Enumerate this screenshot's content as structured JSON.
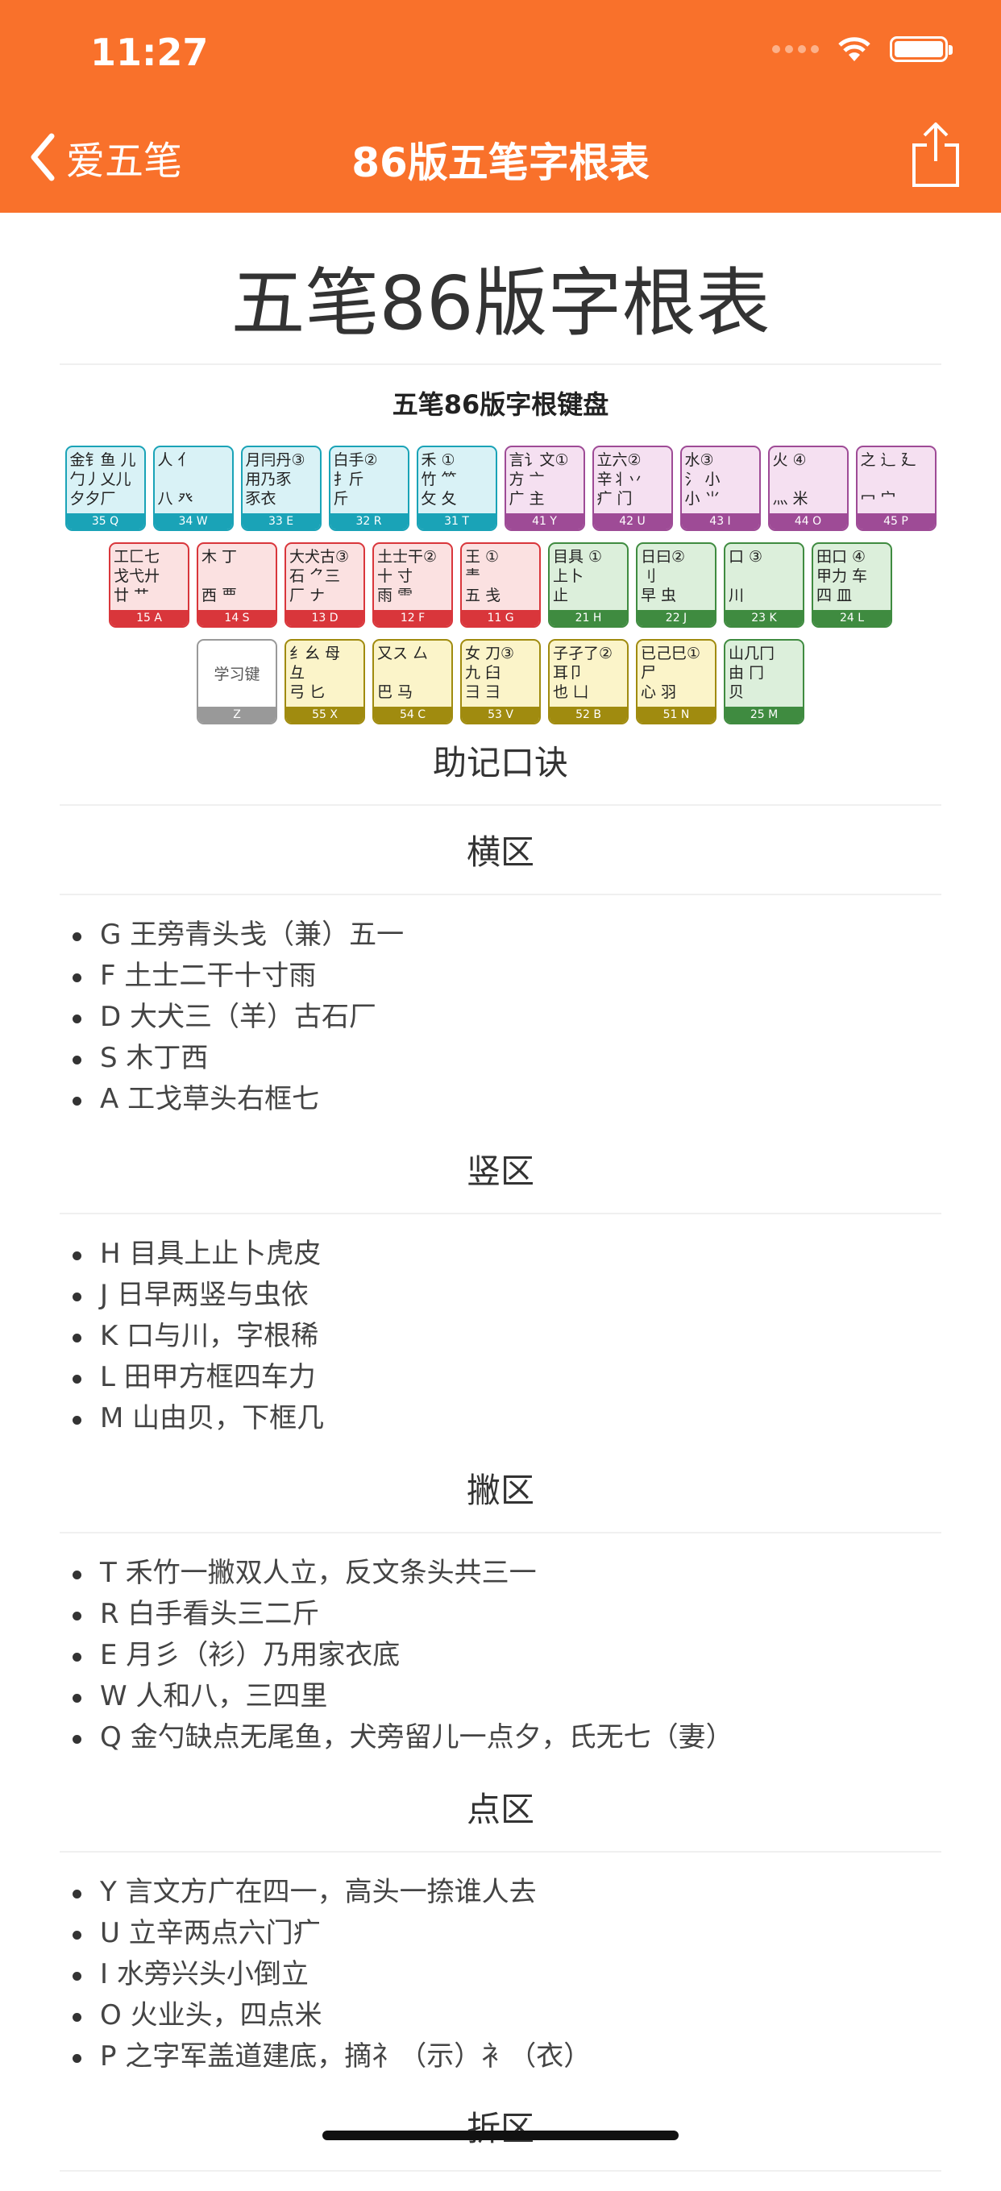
{
  "status_bar": {
    "time": "11:27"
  },
  "nav": {
    "back_label": "爱五笔",
    "title": "86版五笔字根表"
  },
  "page_title": "五笔86版字根表",
  "keyboard": {
    "title": "五笔86版字根键盘",
    "colors": {
      "teal": {
        "bg": "#d9f2f6",
        "border": "#1aa3b7",
        "label": "#1aa3b7"
      },
      "purple": {
        "bg": "#f5e0f1",
        "border": "#9e4b96",
        "label": "#9e4b96"
      },
      "red": {
        "bg": "#fbe1e1",
        "border": "#d9363b",
        "label": "#d9363b"
      },
      "green": {
        "bg": "#dcefdb",
        "border": "#3f8b40",
        "label": "#3f8b40"
      },
      "yellow": {
        "bg": "#fbf4c9",
        "border": "#a08b0f",
        "label": "#a08b0f"
      },
      "gray": {
        "bg": "#ffffff",
        "border": "#999999",
        "label": "#999999"
      }
    },
    "rows": [
      [
        {
          "glyphs": "金钅鱼 儿\n勹丿乂儿\n夕夕厂",
          "label": "35 Q",
          "color": "teal"
        },
        {
          "glyphs": "人 亻\n\n八 癶",
          "label": "34 W",
          "color": "teal"
        },
        {
          "glyphs": "月冃丹③\n用乃豕\n豕衣",
          "label": "33 E",
          "color": "teal"
        },
        {
          "glyphs": "白手② \n扌斤\n斤",
          "label": "32 R",
          "color": "teal"
        },
        {
          "glyphs": "禾 ①\n竹 ⺮\n攵 夂",
          "label": "31 T",
          "color": "teal"
        },
        {
          "glyphs": "言讠文①\n方 亠\n广 主",
          "label": "41 Y",
          "color": "purple"
        },
        {
          "glyphs": "立六②\n辛丬丷\n疒 门",
          "label": "42 U",
          "color": "purple"
        },
        {
          "glyphs": "水③ \n氵 小\n小 ⺌",
          "label": "43 I",
          "color": "purple"
        },
        {
          "glyphs": "火 ④\n\n灬 米",
          "label": "44 O",
          "color": "purple"
        },
        {
          "glyphs": "之 辶 廴\n\n冖 宀",
          "label": "45 P",
          "color": "purple"
        }
      ],
      [
        {
          "glyphs": "工匚七\n戈弋廾\n廿 艹",
          "label": "15 A",
          "color": "red"
        },
        {
          "glyphs": "木 丁\n\n西 覀",
          "label": "14 S",
          "color": "red"
        },
        {
          "glyphs": "大犬古③\n石 ⺈三\n厂 ナ",
          "label": "13 D",
          "color": "red"
        },
        {
          "glyphs": "土士干②\n十 寸\n雨 ⻗",
          "label": "12 F",
          "color": "red"
        },
        {
          "glyphs": "王 ①\n龶\n五 戋",
          "label": "11 G",
          "color": "red"
        },
        {
          "glyphs": "目具 ①\n上卜\n止",
          "label": "21 H",
          "color": "green"
        },
        {
          "glyphs": "日曰② \n刂 \n早 虫",
          "label": "22 J",
          "color": "green"
        },
        {
          "glyphs": "口 ③\n\n川",
          "label": "23 K",
          "color": "green"
        },
        {
          "glyphs": "田口 ④\n甲力 车\n四 皿",
          "label": "24 L",
          "color": "green"
        }
      ],
      [
        {
          "glyphs": "学习键",
          "label": "Z",
          "color": "gray"
        },
        {
          "glyphs": "纟幺 母\n彑\n弓 匕",
          "label": "55 X",
          "color": "yellow"
        },
        {
          "glyphs": "又ス 厶\n\n巴 马",
          "label": "54 C",
          "color": "yellow"
        },
        {
          "glyphs": "女 刀③\n九 臼\n彐 ⺕",
          "label": "53 V",
          "color": "yellow"
        },
        {
          "glyphs": "子孑了②\n耳卩\n也 凵",
          "label": "52 B",
          "color": "yellow"
        },
        {
          "glyphs": "已己巳①\n尸\n心 羽",
          "label": "51 N",
          "color": "yellow"
        },
        {
          "glyphs": "山几冂\n由 冂\n贝",
          "label": "25 M",
          "color": "green"
        }
      ]
    ]
  },
  "mnemonic_title": "助记口诀",
  "sections": [
    {
      "heading": "横区",
      "items": [
        "G 王旁青头戋（兼）五一",
        "F 土士二干十寸雨",
        "D 大犬三（羊）古石厂",
        "S 木丁西",
        "A 工戈草头右框七"
      ]
    },
    {
      "heading": "竖区",
      "items": [
        "H 目具上止卜虎皮",
        "J 日早两竖与虫依",
        "K 口与川，字根稀",
        "L 田甲方框四车力",
        "M 山由贝，下框几"
      ]
    },
    {
      "heading": "撇区",
      "items": [
        "T 禾竹一撇双人立，反文条头共三一",
        "R 白手看头三二斤",
        "E 月彡（衫）乃用家衣底",
        "W 人和八，三四里",
        "Q 金勺缺点无尾鱼，犬旁留儿一点夕，氏无七（妻）"
      ]
    },
    {
      "heading": "点区",
      "items": [
        "Y 言文方广在四一，高头一捺谁人去",
        "U 立辛两点六门疒",
        "I 水旁兴头小倒立",
        "O 火业头，四点米",
        "P 之字军盖道建底，摘礻（示）衤（衣）"
      ]
    },
    {
      "heading": "折区",
      "items": []
    }
  ]
}
